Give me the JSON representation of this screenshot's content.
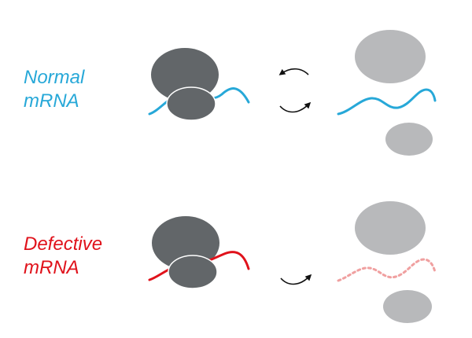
{
  "rows": [
    {
      "id": "normal",
      "label_line1": "Normal",
      "label_line2": "mRNA",
      "color": "#27a8d8"
    },
    {
      "id": "defective",
      "label_line1": "Defective",
      "label_line2": "mRNA",
      "color": "#e0121b"
    }
  ],
  "colors": {
    "ribosome_dark": "#626669",
    "ribosome_light": "#b8b9bb",
    "degraded_mrna": "#f0a0a0",
    "arrow": "#111111"
  }
}
